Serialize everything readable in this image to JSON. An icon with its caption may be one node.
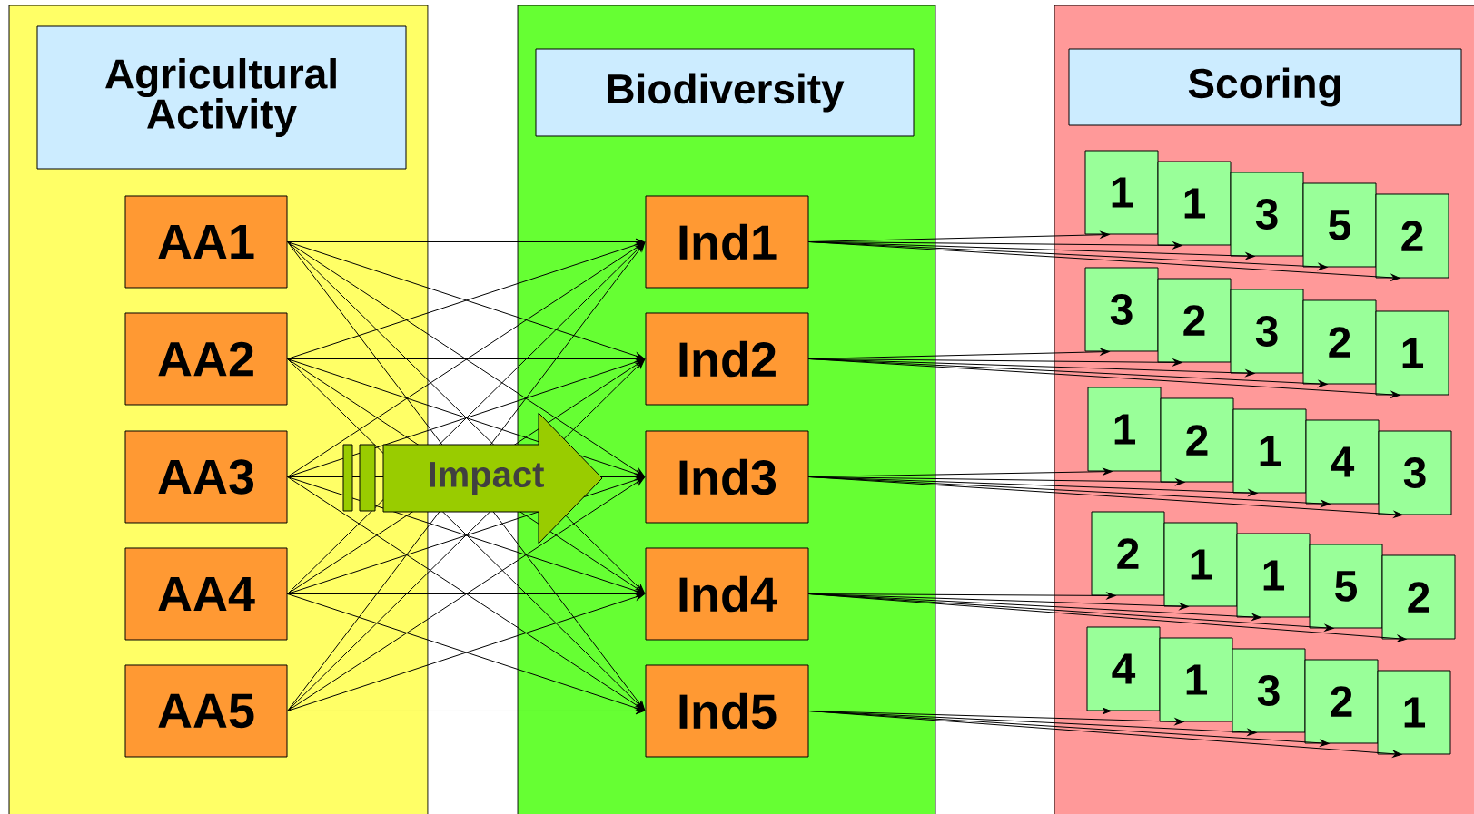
{
  "diagram": {
    "nodes": [
      {
        "text": [],
        "shape": "box"
      },
      {
        "text": [
          "Agricultural Activity"
        ],
        "in": 0
      },
      {
        "text": [
          "AA1"
        ],
        "in": 0
      },
      {
        "text": [
          "AA2"
        ],
        "in": 0
      },
      {
        "text": [
          "AA3"
        ],
        "in": 0
      },
      {
        "text": [
          "AA4"
        ],
        "in": 0
      },
      {
        "text": [
          "AA5"
        ],
        "in": 0
      },
      {
        "text": [],
        "shape": "box"
      },
      {
        "text": [
          "Biodiversity"
        ],
        "in": 7
      },
      {
        "text": [
          "Ind1"
        ],
        "in": 7
      },
      {
        "text": [
          "Ind2"
        ],
        "in": 7
      },
      {
        "text": [
          "Ind3"
        ],
        "in": 7
      },
      {
        "text": [
          "Ind4"
        ],
        "in": 7
      },
      {
        "text": [
          "Ind5"
        ],
        "in": 7
      },
      {
        "text": [],
        "shape": "box"
      },
      {
        "text": [
          "Scoring"
        ],
        "in": 14
      },
      {
        "text": [
          "1"
        ],
        "in": 14
      },
      {
        "text": [
          "1"
        ],
        "in": 14
      },
      {
        "text": [
          "3"
        ],
        "in": 14
      },
      {
        "text": [
          "5"
        ],
        "in": 14
      },
      {
        "text": [
          "2"
        ],
        "in": 14
      },
      {
        "text": [
          "3"
        ],
        "in": 14
      },
      {
        "text": [
          "2"
        ],
        "in": 14
      },
      {
        "text": [
          "3"
        ],
        "in": 14
      },
      {
        "text": [
          "2"
        ],
        "in": 14
      },
      {
        "text": [
          "1"
        ],
        "in": 14
      },
      {
        "text": [
          "1"
        ],
        "in": 14
      },
      {
        "text": [
          "2"
        ],
        "in": 14
      },
      {
        "text": [
          "1"
        ],
        "in": 14
      },
      {
        "text": [
          "4"
        ],
        "in": 14
      },
      {
        "text": [
          "3"
        ],
        "in": 14
      },
      {
        "text": [
          "2"
        ],
        "in": 14
      },
      {
        "text": [
          "1"
        ],
        "in": 14
      },
      {
        "text": [
          "1"
        ],
        "in": 14
      },
      {
        "text": [
          "5"
        ],
        "in": 14
      },
      {
        "text": [
          "2"
        ],
        "in": 14
      },
      {
        "text": [
          "4"
        ],
        "in": 14
      },
      {
        "text": [
          "1"
        ],
        "in": 14
      },
      {
        "text": [
          "3"
        ],
        "in": 14
      },
      {
        "text": [
          "2"
        ],
        "in": 14
      },
      {
        "text": [
          "1"
        ],
        "in": 14
      }
    ],
    "labels": [
      "Impact"
    ],
    "edges": [
      {
        "from": 2,
        "to": 9,
        "arrow": "to"
      },
      {
        "from": 2,
        "to": 10,
        "arrow": "to"
      },
      {
        "from": 2,
        "to": 11,
        "arrow": "to"
      },
      {
        "from": 2,
        "to": 12,
        "arrow": "to"
      },
      {
        "from": 2,
        "to": 13,
        "arrow": "to"
      },
      {
        "from": 3,
        "to": 9,
        "arrow": "to"
      },
      {
        "from": 3,
        "to": 10,
        "arrow": "to"
      },
      {
        "from": 3,
        "to": 11,
        "arrow": "to"
      },
      {
        "from": 3,
        "to": 12,
        "arrow": "to"
      },
      {
        "from": 3,
        "to": 13,
        "arrow": "to"
      },
      {
        "from": 4,
        "to": 9,
        "arrow": "to"
      },
      {
        "from": 4,
        "to": 10,
        "arrow": "to"
      },
      {
        "from": 4,
        "to": 11,
        "arrow": "to"
      },
      {
        "from": 4,
        "to": 12,
        "arrow": "to"
      },
      {
        "from": 4,
        "to": 13,
        "arrow": "to"
      },
      {
        "from": 5,
        "to": 9,
        "arrow": "to"
      },
      {
        "from": 5,
        "to": 10,
        "arrow": "to"
      },
      {
        "from": 5,
        "to": 11,
        "arrow": "to"
      },
      {
        "from": 5,
        "to": 12,
        "arrow": "to"
      },
      {
        "from": 5,
        "to": 13,
        "arrow": "to"
      },
      {
        "from": 6,
        "to": 9,
        "arrow": "to"
      },
      {
        "from": 6,
        "to": 10,
        "arrow": "to"
      },
      {
        "from": 6,
        "to": 11,
        "arrow": "to"
      },
      {
        "from": 6,
        "to": 12,
        "arrow": "to"
      },
      {
        "from": 6,
        "to": 13,
        "arrow": "to"
      },
      {
        "from": 9,
        "to": 16,
        "arrow": "to"
      },
      {
        "from": 9,
        "to": 17,
        "arrow": "to"
      },
      {
        "from": 9,
        "to": 18,
        "arrow": "to"
      },
      {
        "from": 9,
        "to": 19,
        "arrow": "to"
      },
      {
        "from": 9,
        "to": 20,
        "arrow": "to"
      },
      {
        "from": 10,
        "to": 21,
        "arrow": "to"
      },
      {
        "from": 10,
        "to": 22,
        "arrow": "to"
      },
      {
        "from": 10,
        "to": 23,
        "arrow": "to"
      },
      {
        "from": 10,
        "to": 24,
        "arrow": "to"
      },
      {
        "from": 10,
        "to": 25,
        "arrow": "to"
      },
      {
        "from": 11,
        "to": 26,
        "arrow": "to"
      },
      {
        "from": 11,
        "to": 27,
        "arrow": "to"
      },
      {
        "from": 11,
        "to": 28,
        "arrow": "to"
      },
      {
        "from": 11,
        "to": 29,
        "arrow": "to"
      },
      {
        "from": 11,
        "to": 30,
        "arrow": "to"
      },
      {
        "from": 12,
        "to": 31,
        "arrow": "to"
      },
      {
        "from": 12,
        "to": 32,
        "arrow": "to"
      },
      {
        "from": 12,
        "to": 33,
        "arrow": "to"
      },
      {
        "from": 12,
        "to": 34,
        "arrow": "to"
      },
      {
        "from": 12,
        "to": 35,
        "arrow": "to"
      },
      {
        "from": 13,
        "to": 36,
        "arrow": "to"
      },
      {
        "from": 13,
        "to": 37,
        "arrow": "to"
      },
      {
        "from": 13,
        "to": 38,
        "arrow": "to"
      },
      {
        "from": 13,
        "to": 39,
        "arrow": "to"
      },
      {
        "from": 13,
        "to": 40,
        "arrow": "to"
      }
    ]
  }
}
